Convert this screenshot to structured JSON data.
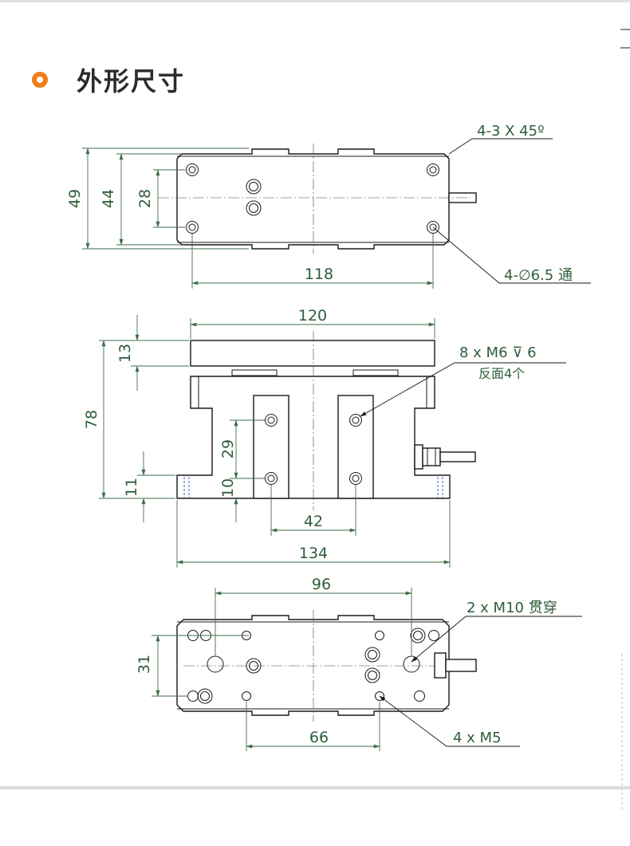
{
  "header": {
    "title": "外形尺寸",
    "bullet_icon": "ring-icon",
    "accent_color": "#f07d1a"
  },
  "top_view": {
    "dim_49": "49",
    "dim_44": "44",
    "dim_28": "28",
    "dim_118": "118",
    "chamfer_note": "4-3 X 45º",
    "hole_note": "4-∅6.5 通"
  },
  "front_view": {
    "dim_120": "120",
    "dim_13": "13",
    "dim_78": "78",
    "dim_29": "29",
    "dim_10": "10",
    "dim_11": "11",
    "dim_42": "42",
    "dim_134": "134",
    "thread_note": "8 x  M6 ⊽ 6",
    "thread_note_sub": "反面4个"
  },
  "bottom_view": {
    "dim_96": "96",
    "dim_31": "31",
    "dim_66": "66",
    "through_note": "2 x  M10 贯穿",
    "m5_note": "4 x  M5"
  },
  "colors": {
    "dimension": "#3e6e48",
    "outline": "#1a1a1a"
  }
}
